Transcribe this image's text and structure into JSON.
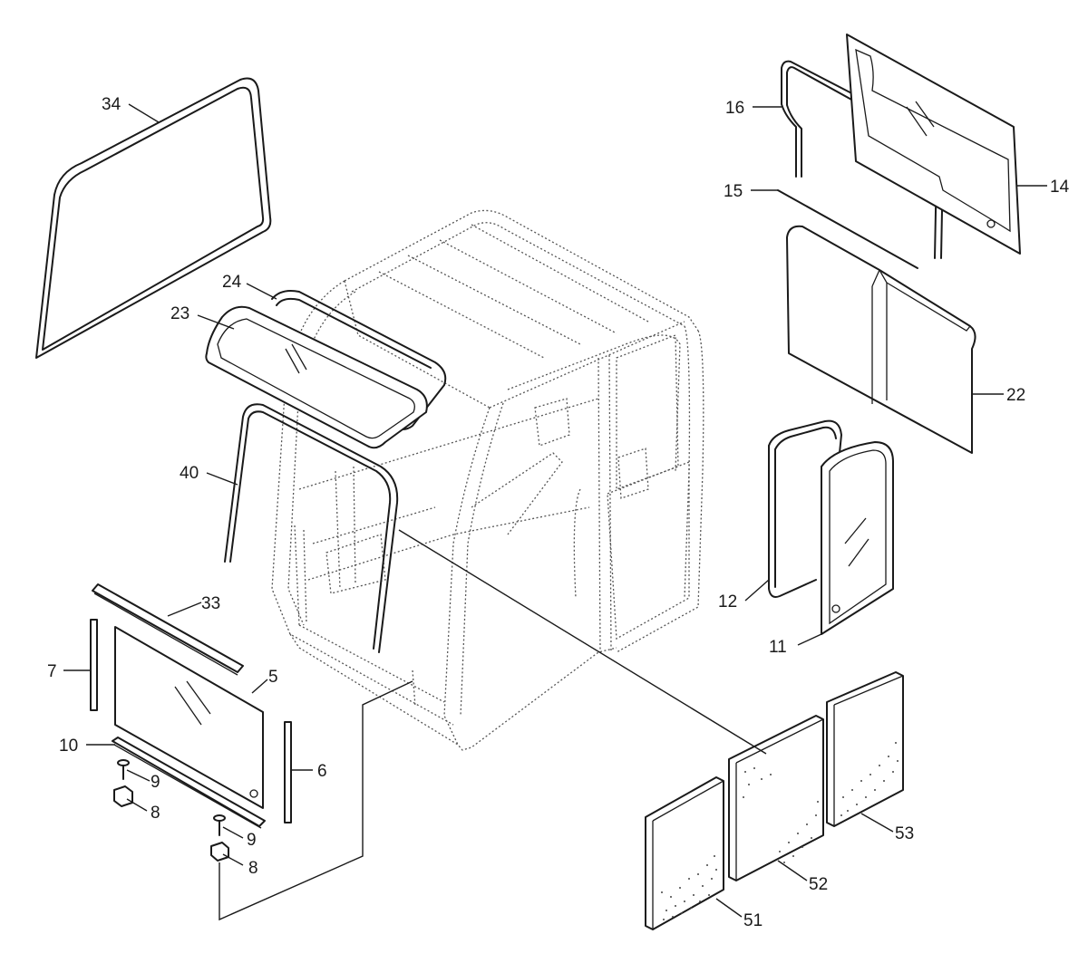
{
  "callouts": [
    {
      "id": "c34",
      "text": "34"
    },
    {
      "id": "c24",
      "text": "24"
    },
    {
      "id": "c23",
      "text": "23"
    },
    {
      "id": "c40",
      "text": "40"
    },
    {
      "id": "c33",
      "text": "33"
    },
    {
      "id": "c7",
      "text": "7"
    },
    {
      "id": "c5",
      "text": "5"
    },
    {
      "id": "c10",
      "text": "10"
    },
    {
      "id": "c9a",
      "text": "9"
    },
    {
      "id": "c8a",
      "text": "8"
    },
    {
      "id": "c9b",
      "text": "9"
    },
    {
      "id": "c8b",
      "text": "8"
    },
    {
      "id": "c6",
      "text": "6"
    },
    {
      "id": "c16",
      "text": "16"
    },
    {
      "id": "c15",
      "text": "15"
    },
    {
      "id": "c14",
      "text": "14"
    },
    {
      "id": "c22",
      "text": "22"
    },
    {
      "id": "c12",
      "text": "12"
    },
    {
      "id": "c11",
      "text": "11"
    },
    {
      "id": "c51",
      "text": "51"
    },
    {
      "id": "c52",
      "text": "52"
    },
    {
      "id": "c53",
      "text": "53"
    }
  ]
}
